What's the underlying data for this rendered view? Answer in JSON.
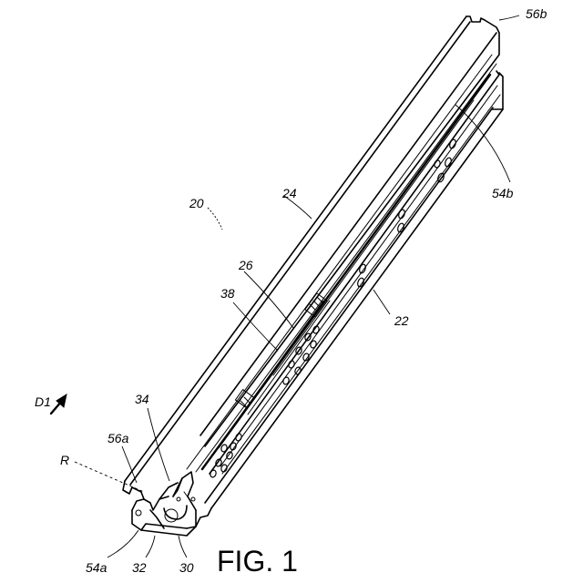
{
  "figure": {
    "caption": "FIG. 1",
    "labels": {
      "l20": "20",
      "l22": "22",
      "l24": "24",
      "l26": "26",
      "l30": "30",
      "l32": "32",
      "l34": "34",
      "l38": "38",
      "l54a": "54a",
      "l54b": "54b",
      "l56a": "56a",
      "l56b": "56b",
      "lD1": "D1",
      "lR": "R"
    }
  }
}
